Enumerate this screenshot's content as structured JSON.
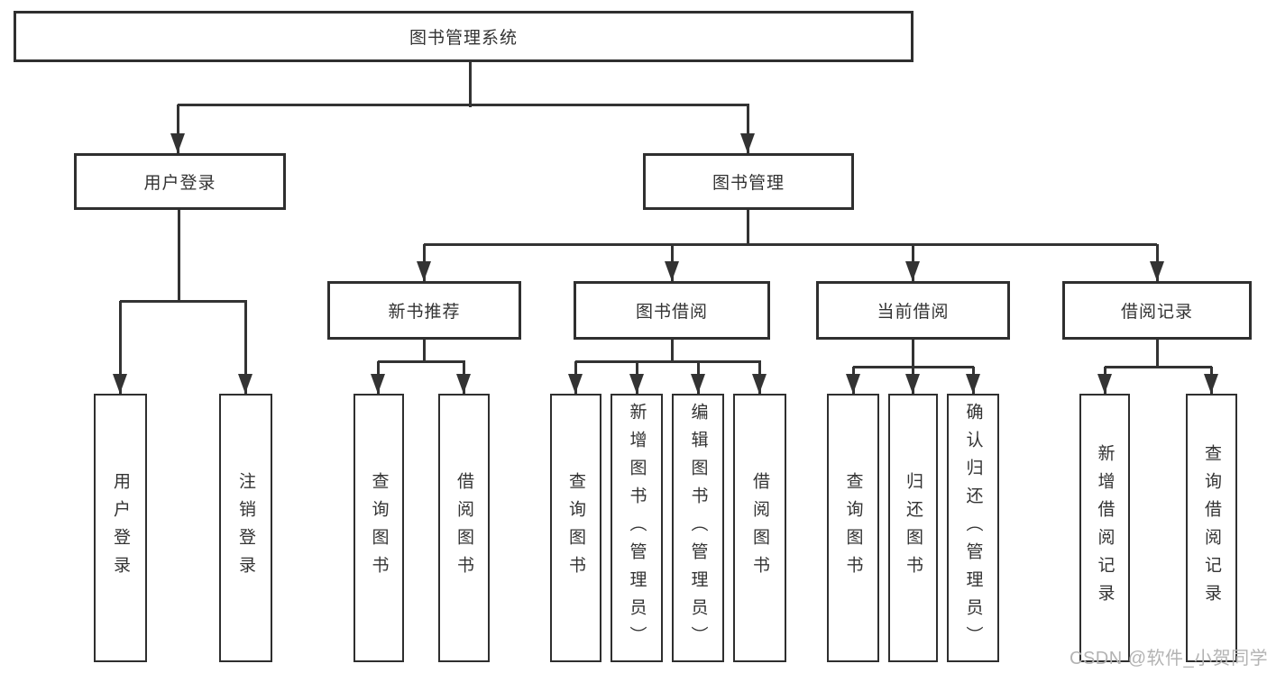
{
  "diagram": {
    "title": "图书管理系统",
    "watermark": "CSDN @软件_小贺同学",
    "colors": {
      "line": "#333333",
      "box_border": "#2f2f2f",
      "text": "#333333",
      "background": "#ffffff",
      "watermark": "#b3b3b3"
    },
    "nodes": [
      {
        "id": "root",
        "label": "图书管理系统",
        "level": 0,
        "parent": null
      },
      {
        "id": "user-login-group",
        "label": "用户登录",
        "level": 1,
        "parent": "root"
      },
      {
        "id": "book-management",
        "label": "图书管理",
        "level": 1,
        "parent": "root"
      },
      {
        "id": "new-book-recommend",
        "label": "新书推荐",
        "level": 2,
        "parent": "book-management"
      },
      {
        "id": "book-borrow",
        "label": "图书借阅",
        "level": 2,
        "parent": "book-management"
      },
      {
        "id": "current-borrow",
        "label": "当前借阅",
        "level": 2,
        "parent": "book-management"
      },
      {
        "id": "borrow-records",
        "label": "借阅记录",
        "level": 2,
        "parent": "book-management"
      },
      {
        "id": "leaf-user-login",
        "label": "用户登录",
        "level": 3,
        "parent": "user-login-group"
      },
      {
        "id": "leaf-logout",
        "label": "注销登录",
        "level": 3,
        "parent": "user-login-group"
      },
      {
        "id": "leaf-query-book-1",
        "label": "查询图书",
        "level": 3,
        "parent": "new-book-recommend"
      },
      {
        "id": "leaf-borrow-book-1",
        "label": "借阅图书",
        "level": 3,
        "parent": "new-book-recommend"
      },
      {
        "id": "leaf-query-book-2",
        "label": "查询图书",
        "level": 3,
        "parent": "book-borrow"
      },
      {
        "id": "leaf-add-book",
        "label": "新增图书（管理员）",
        "level": 3,
        "parent": "book-borrow"
      },
      {
        "id": "leaf-edit-book",
        "label": "编辑图书（管理员）",
        "level": 3,
        "parent": "book-borrow"
      },
      {
        "id": "leaf-borrow-book-2",
        "label": "借阅图书",
        "level": 3,
        "parent": "book-borrow"
      },
      {
        "id": "leaf-query-book-3",
        "label": "查询图书",
        "level": 3,
        "parent": "current-borrow"
      },
      {
        "id": "leaf-return-book",
        "label": "归还图书",
        "level": 3,
        "parent": "current-borrow"
      },
      {
        "id": "leaf-confirm-return",
        "label": "确认归还（管理员）",
        "level": 3,
        "parent": "current-borrow"
      },
      {
        "id": "leaf-add-borrow-record",
        "label": "新增借阅记录",
        "level": 3,
        "parent": "borrow-records"
      },
      {
        "id": "leaf-query-borrow-record",
        "label": "查询借阅记录",
        "level": 3,
        "parent": "borrow-records"
      }
    ]
  }
}
